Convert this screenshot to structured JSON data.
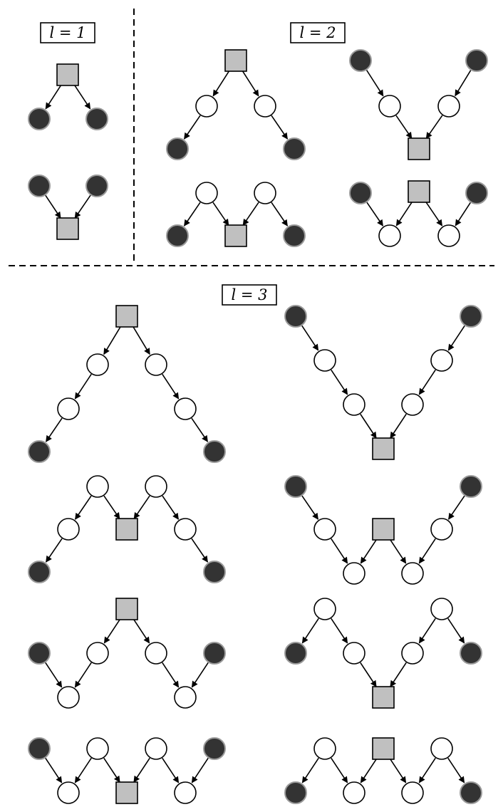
{
  "labels": {
    "l1": "l = 1",
    "l2": "l = 2",
    "l3": "l = 3"
  },
  "colors": {
    "dark_node": "#333333",
    "dark_node_outline": "#9a9a9a",
    "target_square": "#c0c0c0",
    "intermediate_node": "#ffffff",
    "line": "#000000"
  }
}
